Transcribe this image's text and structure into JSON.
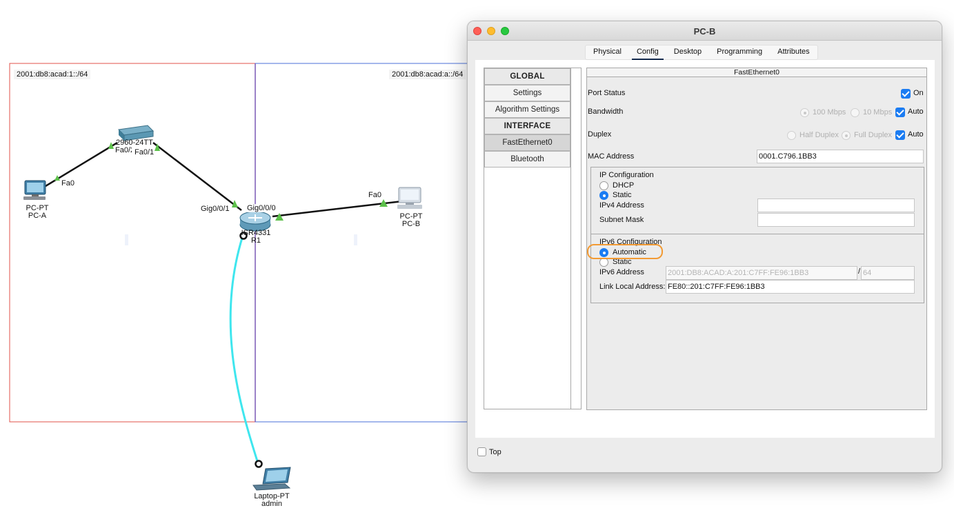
{
  "topology": {
    "networks": [
      {
        "name": "left-network",
        "label": "2001:db8:acad:1::/64"
      },
      {
        "name": "right-network",
        "label": "2001:db8:acad:a::/64"
      }
    ],
    "devices": {
      "pc_a": {
        "type": "PC-PT",
        "name": "PC-A"
      },
      "switch": {
        "label": "2960-24TT"
      },
      "router": {
        "type": "ISR4331",
        "name": "R1"
      },
      "pc_b": {
        "type": "PC-PT",
        "name": "PC-B"
      },
      "laptop": {
        "type": "Laptop-PT",
        "name": "admin"
      }
    },
    "ports": {
      "pc_a_fa0": "Fa0",
      "switch_fa0_2": "Fa0/2",
      "switch_fa0_1": "Fa0/1",
      "router_gig0_0_1": "Gig0/0/1",
      "router_gig0_0_0": "Gig0/0/0",
      "pc_b_fa0": "Fa0"
    },
    "colors": {
      "left_network_border": "#e0504a",
      "right_network_border": "#4a6fd8",
      "link_up": "#5cc04a",
      "console_cable": "#3fe6ee"
    }
  },
  "window": {
    "title": "PC-B",
    "tabs": [
      "Physical",
      "Config",
      "Desktop",
      "Programming",
      "Attributes"
    ],
    "active_tab": "Config",
    "sidebar": {
      "global_header": "GLOBAL",
      "items_global": [
        "Settings",
        "Algorithm Settings"
      ],
      "interface_header": "INTERFACE",
      "items_interface": [
        "FastEthernet0",
        "Bluetooth"
      ],
      "selected": "FastEthernet0"
    },
    "config": {
      "title": "FastEthernet0",
      "port_status_label": "Port Status",
      "port_status_on_label": "On",
      "bandwidth_label": "Bandwidth",
      "bandwidth_options": [
        "100 Mbps",
        "10 Mbps"
      ],
      "bandwidth_auto_label": "Auto",
      "duplex_label": "Duplex",
      "duplex_options": [
        "Half Duplex",
        "Full Duplex"
      ],
      "duplex_auto_label": "Auto",
      "mac_label": "MAC Address",
      "mac_value": "0001.C796.1BB3",
      "ip_config": {
        "title": "IP Configuration",
        "dhcp_label": "DHCP",
        "static_label": "Static",
        "selected": "Static",
        "ipv4_label": "IPv4 Address",
        "ipv4_value": "",
        "mask_label": "Subnet Mask",
        "mask_value": ""
      },
      "ipv6_config": {
        "title": "IPv6 Configuration",
        "automatic_label": "Automatic",
        "static_label": "Static",
        "selected": "Automatic",
        "ipv6_label": "IPv6 Address",
        "ipv6_value": "2001:DB8:ACAD:A:201:C7FF:FE96:1BB3",
        "prefix_sep": "/",
        "prefix_value": "64",
        "link_local_label": "Link Local Address:",
        "link_local_value": "FE80::201:C7FF:FE96:1BB3"
      }
    },
    "footer": {
      "top_label": "Top"
    },
    "traffic_lights": {
      "close": "#fe5f57",
      "minimize": "#febc2e",
      "zoom": "#28c840"
    },
    "highlight_color": "#f29a33"
  }
}
